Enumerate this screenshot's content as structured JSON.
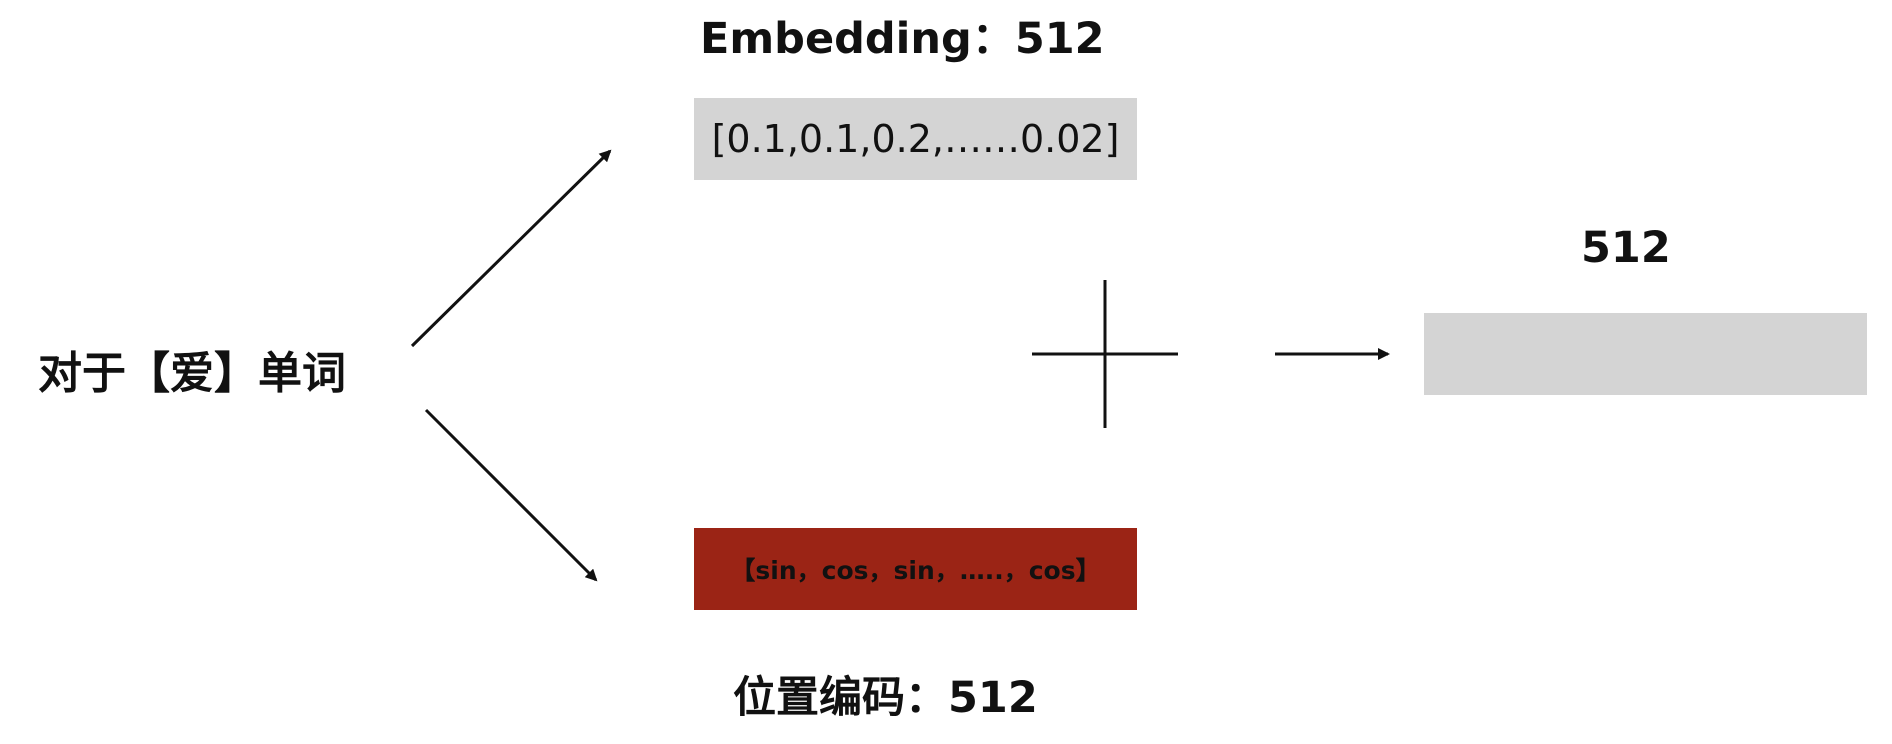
{
  "word_label": "对于【爱】单词",
  "embedding": {
    "title": "Embedding：512",
    "vector_text": "[0.1,0.1,0.2,……0.02]",
    "box_color": "#d4d4d4"
  },
  "position_encoding": {
    "title": "位置编码：512",
    "vector_text": "【sin，cos，sin，…..，cos】",
    "box_color": "#9b2415"
  },
  "output": {
    "title": "512",
    "box_color": "#d4d4d4"
  },
  "operator": "plus-sign"
}
